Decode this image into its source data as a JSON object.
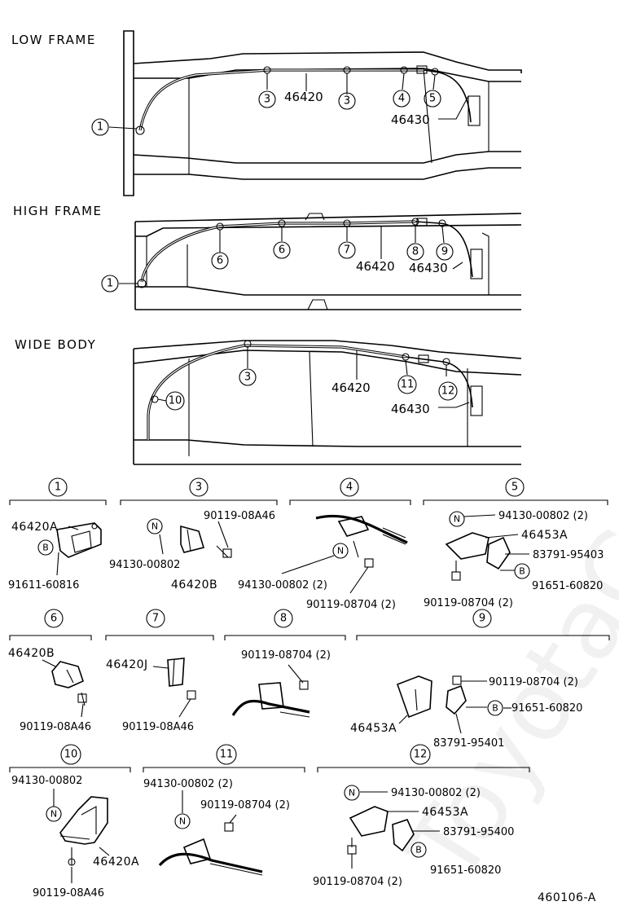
{
  "watermark": "ToyotaCarMine.ru",
  "figure_id": "460106-A",
  "frames": {
    "low": {
      "title": "LOW FRAME",
      "callouts": [
        "1",
        "3",
        "3",
        "4",
        "5"
      ],
      "parts": [
        "46420",
        "46430"
      ]
    },
    "high": {
      "title": "HIGH FRAME",
      "callouts": [
        "1",
        "6",
        "6",
        "7",
        "8",
        "9"
      ],
      "parts": [
        "46420",
        "46430"
      ]
    },
    "wide": {
      "title": "WIDE BODY",
      "callouts": [
        "3",
        "10",
        "11",
        "12"
      ],
      "parts": [
        "46420",
        "46430"
      ]
    }
  },
  "details": [
    {
      "id": "1",
      "labels": [
        "46420A",
        "91611-60816"
      ],
      "letters": [
        "B"
      ]
    },
    {
      "id": "3",
      "labels": [
        "90119-08A46",
        "94130-00802",
        "46420B"
      ],
      "letters": [
        "N"
      ]
    },
    {
      "id": "4",
      "labels": [
        "94130-00802 (2)",
        "90119-08704 (2)"
      ],
      "letters": [
        "N"
      ]
    },
    {
      "id": "5",
      "labels": [
        "94130-00802 (2)",
        "46453A",
        "83791-95403",
        "91651-60820",
        "90119-08704 (2)"
      ],
      "letters": [
        "N",
        "B"
      ]
    },
    {
      "id": "6",
      "labels": [
        "46420B",
        "90119-08A46"
      ],
      "letters": []
    },
    {
      "id": "7",
      "labels": [
        "46420J",
        "90119-08A46"
      ],
      "letters": []
    },
    {
      "id": "8",
      "labels": [
        "90119-08704 (2)"
      ],
      "letters": []
    },
    {
      "id": "9",
      "labels": [
        "90119-08704 (2)",
        "91651-60820",
        "46453A",
        "83791-95401"
      ],
      "letters": [
        "B"
      ]
    },
    {
      "id": "10",
      "labels": [
        "94130-00802",
        "46420A",
        "90119-08A46"
      ],
      "letters": [
        "N"
      ]
    },
    {
      "id": "11",
      "labels": [
        "94130-00802 (2)",
        "90119-08704 (2)"
      ],
      "letters": [
        "N"
      ]
    },
    {
      "id": "12",
      "labels": [
        "94130-00802 (2)",
        "46453A",
        "83791-95400",
        "91651-60820",
        "90119-08704 (2)"
      ],
      "letters": [
        "N",
        "B"
      ]
    }
  ]
}
